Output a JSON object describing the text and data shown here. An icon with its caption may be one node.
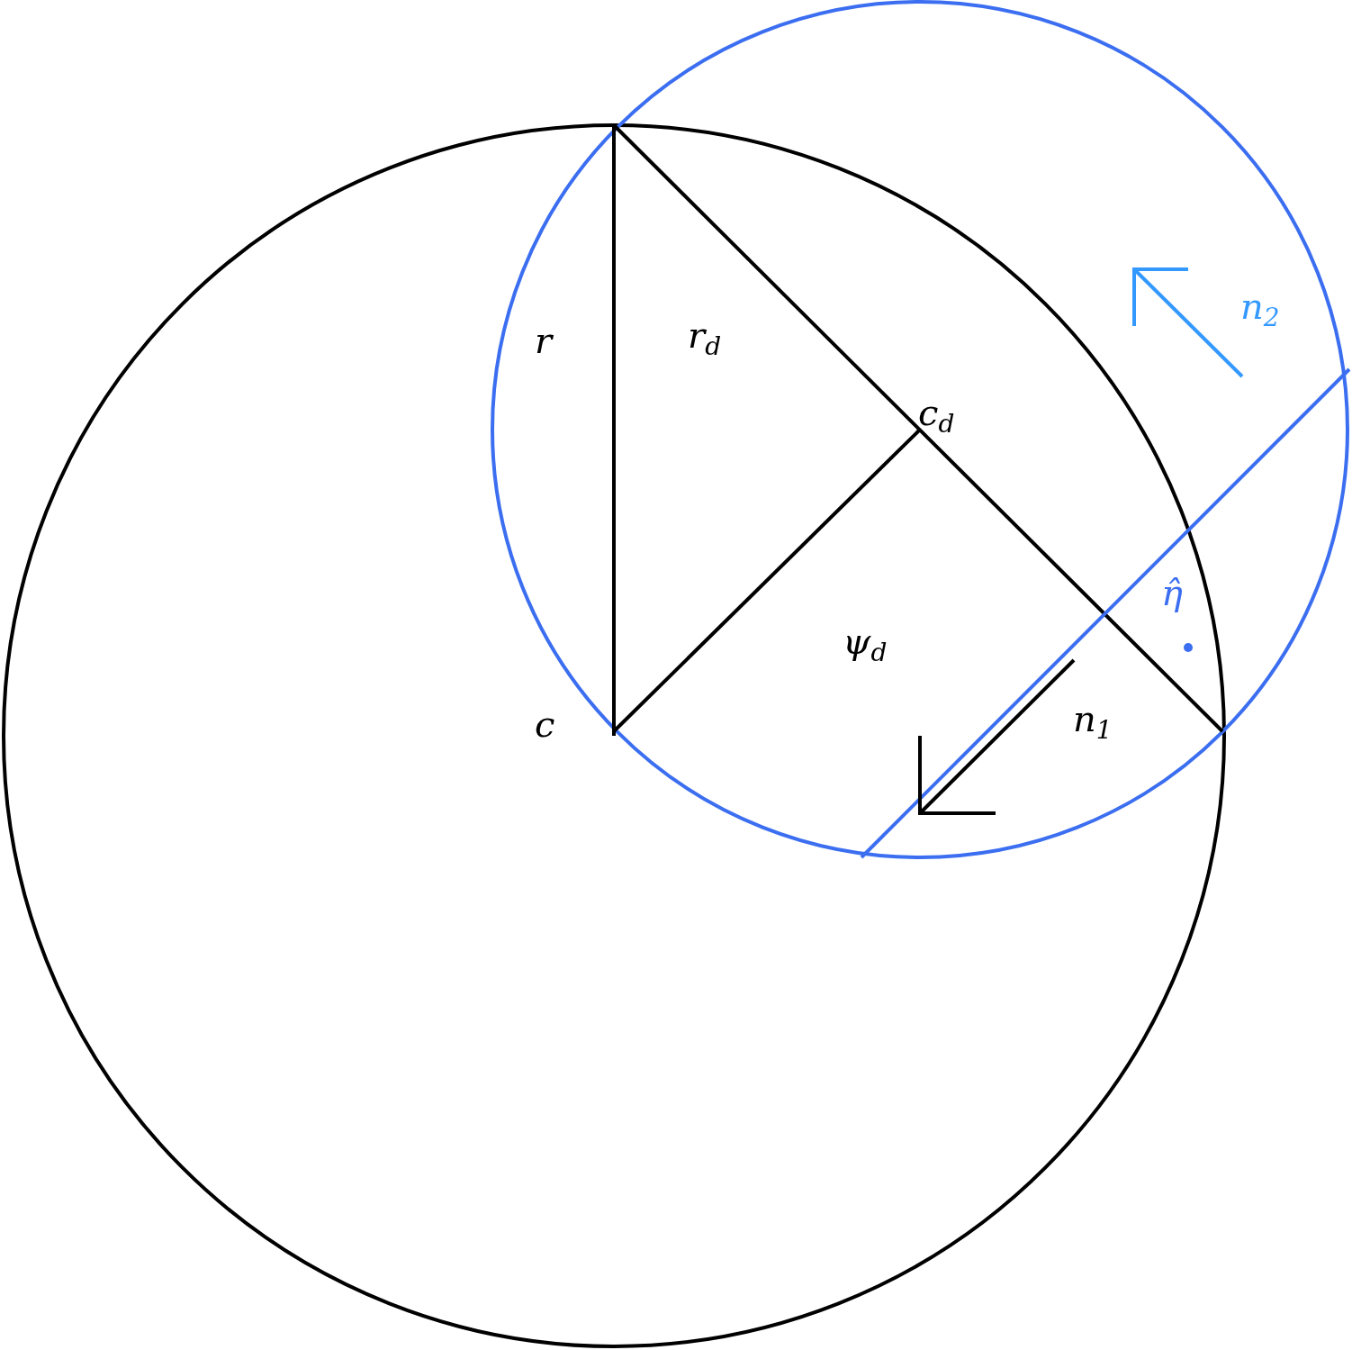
{
  "diagram": {
    "labels": [
      "r",
      "r$_{d}$",
      "n$_{2}$",
      "c$_{d}$",
      "η̂",
      "ψ$_{d}$",
      "c",
      "n$_{1}$"
    ]
  }
}
